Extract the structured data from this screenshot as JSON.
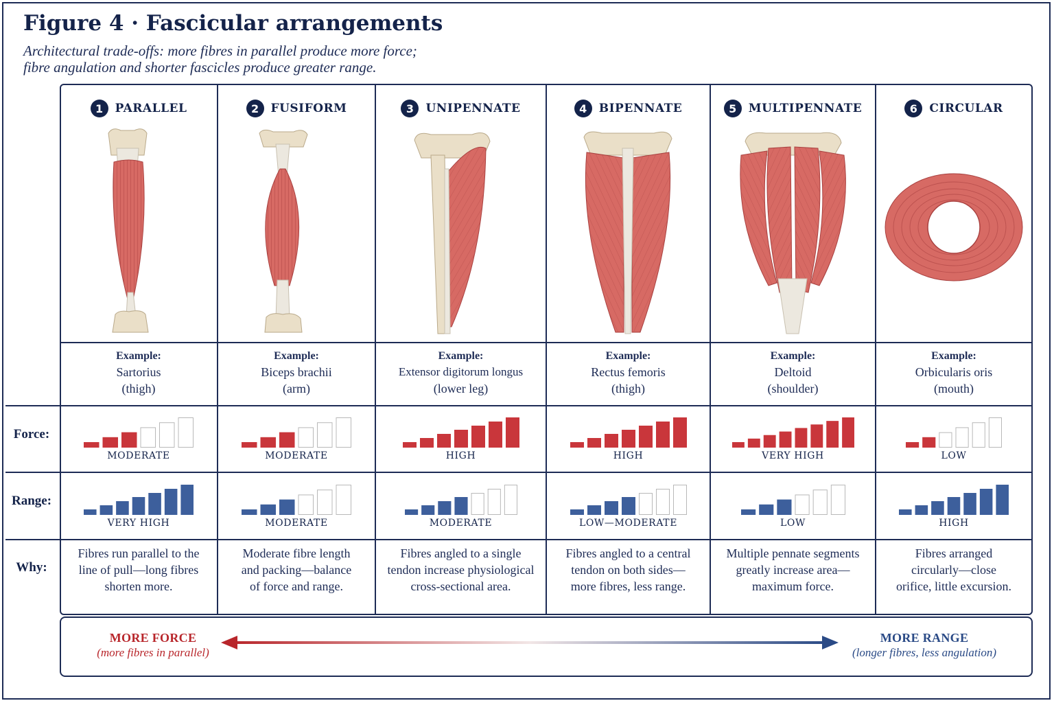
{
  "figure": {
    "title": "Figure 4 · Fascicular arrangements",
    "subtitle_lines": [
      "Architectural trade-offs: more fibres in parallel produce more force;",
      "fibre angulation and shorter fascicles produce greater range."
    ]
  },
  "row_labels": {
    "force": "Force:",
    "range": "Range:",
    "why": "Why:"
  },
  "columns": [
    {
      "number": "1",
      "name": "PARALLEL",
      "example_label": "Example:",
      "example": [
        "Sartorius",
        "(thigh)"
      ],
      "force": {
        "filled": 3,
        "total": 6,
        "label": "MODERATE"
      },
      "range": {
        "filled": 7,
        "total": 7,
        "label": "VERY HIGH"
      },
      "why": [
        "Fibres run parallel to the",
        "line of pull—long fibres",
        "shorten more."
      ]
    },
    {
      "number": "2",
      "name": "FUSIFORM",
      "example_label": "Example:",
      "example": [
        "Biceps brachii",
        "(arm)"
      ],
      "force": {
        "filled": 3,
        "total": 6,
        "label": "MODERATE"
      },
      "range": {
        "filled": 3,
        "total": 6,
        "label": "MODERATE"
      },
      "why": [
        "Moderate fibre length",
        "and packing—balance",
        "of force and range."
      ]
    },
    {
      "number": "3",
      "name": "UNIPENNATE",
      "example_label": "Example:",
      "example": [
        "Extensor digitorum longus",
        "(lower leg)"
      ],
      "force": {
        "filled": 7,
        "total": 7,
        "label": "HIGH"
      },
      "range": {
        "filled": 4,
        "total": 7,
        "label": "MODERATE"
      },
      "why": [
        "Fibres angled to a single",
        "tendon increase physiological",
        "cross-sectional area."
      ]
    },
    {
      "number": "4",
      "name": "BIPENNATE",
      "example_label": "Example:",
      "example": [
        "Rectus femoris",
        "(thigh)"
      ],
      "force": {
        "filled": 7,
        "total": 7,
        "label": "HIGH"
      },
      "range": {
        "filled": 4,
        "total": 7,
        "label": "LOW—MODERATE"
      },
      "why": [
        "Fibres angled to a central",
        "tendon on both sides—",
        "more fibres, less range."
      ]
    },
    {
      "number": "5",
      "name": "MULTIPENNATE",
      "example_label": "Example:",
      "example": [
        "Deltoid",
        "(shoulder)"
      ],
      "force": {
        "filled": 8,
        "total": 8,
        "label": "VERY HIGH"
      },
      "range": {
        "filled": 3,
        "total": 6,
        "label": "LOW"
      },
      "why": [
        "Multiple pennate segments",
        "greatly increase area—",
        "maximum force."
      ]
    },
    {
      "number": "6",
      "name": "CIRCULAR",
      "example_label": "Example:",
      "example": [
        "Orbicularis oris",
        "(mouth)"
      ],
      "force": {
        "filled": 2,
        "total": 6,
        "label": "LOW"
      },
      "range": {
        "filled": 7,
        "total": 7,
        "label": "HIGH"
      },
      "why": [
        "Fibres arranged",
        "circularly—close",
        "orifice, little excursion."
      ]
    }
  ],
  "bottom_scale": {
    "left_title": "MORE FORCE",
    "left_sub": "(more fibres in parallel)",
    "right_title": "MORE RANGE",
    "right_sub": "(longer fibres, less angulation)"
  },
  "colors": {
    "navy": "#1d2b55",
    "force_red": "#c9363b",
    "range_blue": "#3d5f9c",
    "muscle": "#d76a64",
    "bone": "#eadfc8",
    "tendon": "#ece8df"
  }
}
